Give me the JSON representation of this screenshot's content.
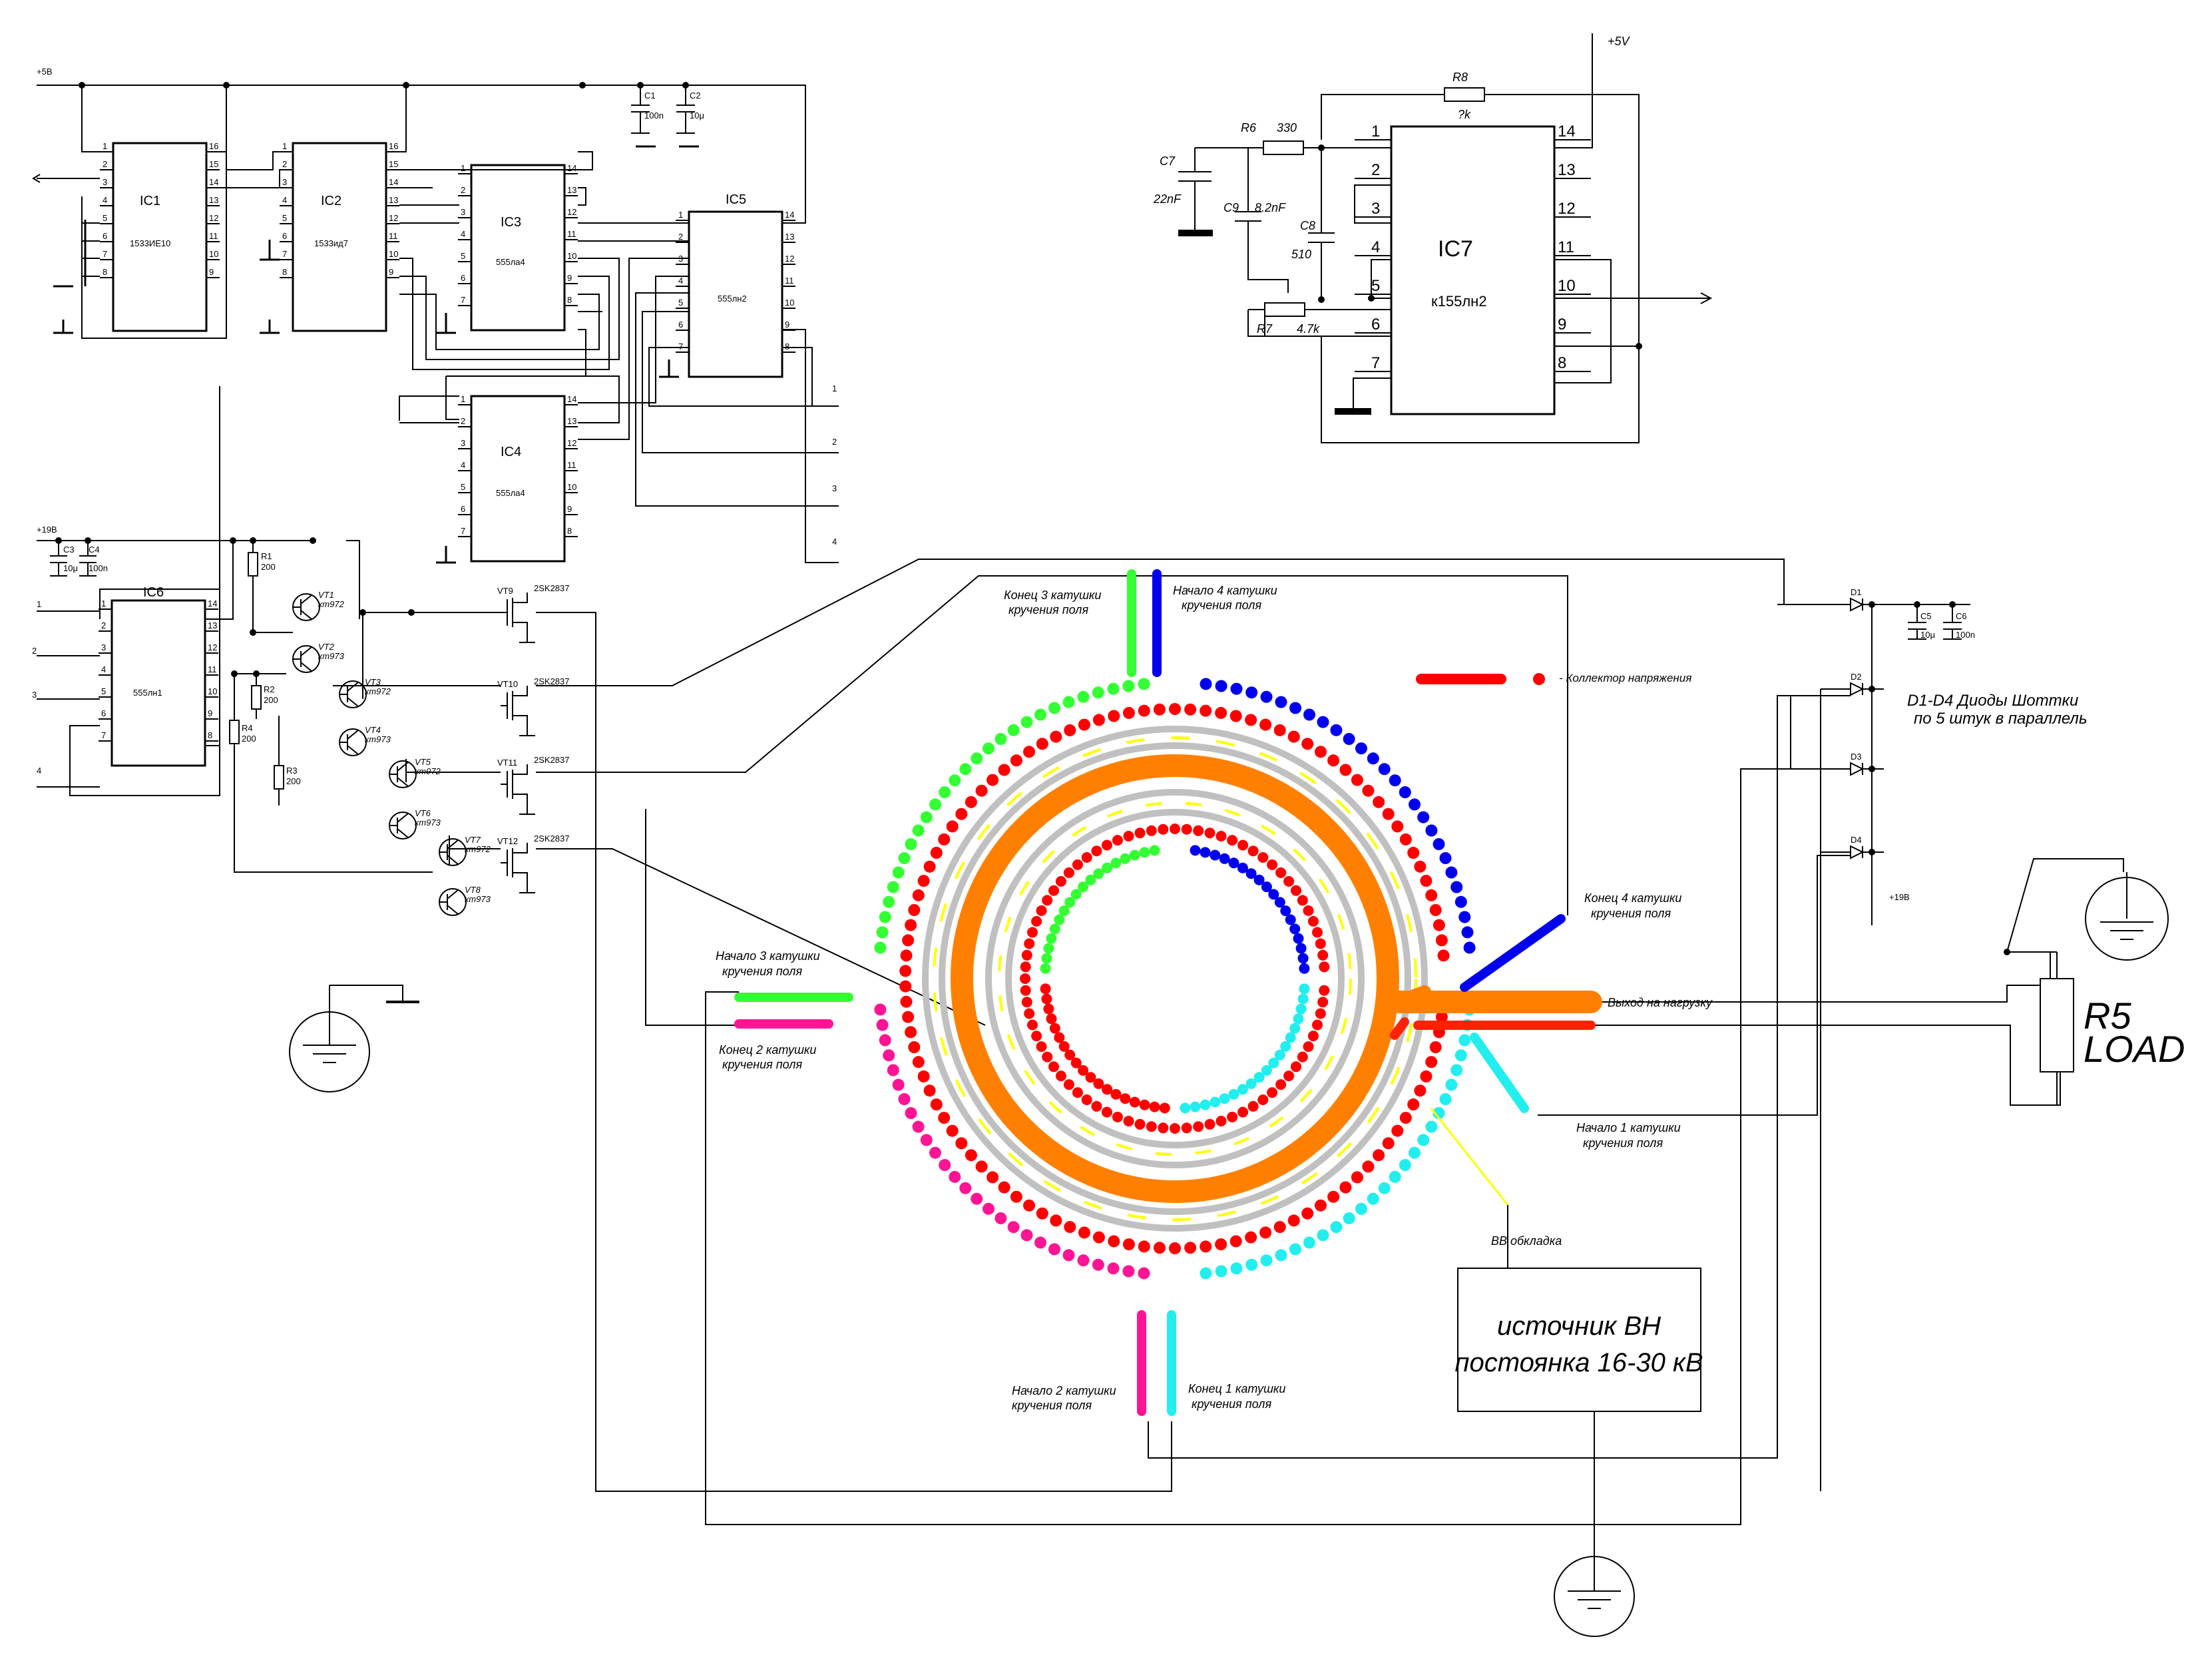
{
  "power": {
    "top_rail": "+5B",
    "mid_rail": "+19B",
    "ic7_supply": "+5V",
    "diode_rail": "+19B"
  },
  "chips": {
    "ic1": {
      "name": "IC1",
      "part": "1533ИЕ10"
    },
    "ic2": {
      "name": "IC2",
      "part": "1533ид7"
    },
    "ic3": {
      "name": "IC3",
      "part": "555ла4"
    },
    "ic4": {
      "name": "IC4",
      "part": "555ла4"
    },
    "ic5": {
      "name": "IC5",
      "part": "555лн2"
    },
    "ic6": {
      "name": "IC6",
      "part": "555лн1"
    },
    "ic7": {
      "name": "IC7",
      "part": "к155лн2"
    }
  },
  "pins16_left": [
    "1",
    "2",
    "3",
    "4",
    "5",
    "6",
    "7",
    "8"
  ],
  "pins16_right": [
    "16",
    "15",
    "14",
    "13",
    "12",
    "11",
    "10",
    "9"
  ],
  "pins14_left": [
    "1",
    "2",
    "3",
    "4",
    "5",
    "6",
    "7"
  ],
  "pins14_right": [
    "14",
    "13",
    "12",
    "11",
    "10",
    "9",
    "8"
  ],
  "caps": {
    "c1": {
      "name": "C1",
      "value": "100n"
    },
    "c2": {
      "name": "C2",
      "value": "10μ"
    },
    "c3": {
      "name": "C3",
      "value": "10μ"
    },
    "c4": {
      "name": "C4",
      "value": "100n"
    },
    "c5": {
      "name": "C5",
      "value": "10μ"
    },
    "c6": {
      "name": "C6",
      "value": "100n"
    },
    "c7": {
      "name": "C7",
      "value": "22nF"
    },
    "c8": {
      "name": "C8",
      "value": "510"
    },
    "c9": {
      "name": "C9",
      "value": "8.2nF"
    }
  },
  "resistors": {
    "r1": {
      "name": "R1",
      "value": "200"
    },
    "r2": {
      "name": "R2",
      "value": "200"
    },
    "r3": {
      "name": "R3",
      "value": "200"
    },
    "r4": {
      "name": "R4",
      "value": "200"
    },
    "r5": {
      "name": "R5",
      "value": "LOAD"
    },
    "r6": {
      "name": "R6",
      "value": "330"
    },
    "r7": {
      "name": "R7",
      "value": "4.7k"
    },
    "r8": {
      "name": "R8",
      "value": "?k"
    }
  },
  "transistors": {
    "vt1": {
      "name": "VT1",
      "part": "кт972"
    },
    "vt2": {
      "name": "VT2",
      "part": "кт973"
    },
    "vt3": {
      "name": "VT3",
      "part": "кт972"
    },
    "vt4": {
      "name": "VT4",
      "part": "кт973"
    },
    "vt5": {
      "name": "VT5",
      "part": "кт972"
    },
    "vt6": {
      "name": "VT6",
      "part": "кт973"
    },
    "vt7": {
      "name": "VT7",
      "part": "кт972"
    },
    "vt8": {
      "name": "VT8",
      "part": "кт973"
    }
  },
  "mosfets": {
    "vt9": {
      "name": "VT9",
      "part": "2SK2837"
    },
    "vt10": {
      "name": "VT10",
      "part": "2SK2837"
    },
    "vt11": {
      "name": "VT11",
      "part": "2SK2837"
    },
    "vt12": {
      "name": "VT12",
      "part": "2SK2837"
    }
  },
  "diodes": [
    "D1",
    "D2",
    "D3",
    "D4"
  ],
  "diodes_note": [
    "D1-D4 Диоды Шоттки",
    "по 5 штук в параллель"
  ],
  "signal_nums": [
    "1",
    "2",
    "3",
    "4"
  ],
  "toroid": {
    "coil3_end": [
      "Конец 3 катушки",
      "кручения поля"
    ],
    "coil4_start": [
      "Начало 4 катушки",
      "кручения поля"
    ],
    "coil3_start": [
      "Начало 3 катушки",
      "кручения поля"
    ],
    "coil2_end": [
      "Конец 2 катушки",
      "кручения поля"
    ],
    "coil4_end": [
      "Конец 4 катушки",
      "кручения поля"
    ],
    "coil1_start": [
      "Начало 1 катушки",
      "кручения поля"
    ],
    "coil2_start": [
      "Начало 2 катушки",
      "кручения поля"
    ],
    "coil1_end": [
      "Конец 1 катушки",
      "кручения поля"
    ],
    "load_output": "Выход на нагрузку",
    "collector_legend": "- Коллектор напряжения",
    "hv_plate": "ВВ обкладка"
  },
  "hv_source": [
    "источник ВН",
    "постоянка 16-30 кВ"
  ],
  "colors": {
    "orange": "#ff8000",
    "gray": "#c0c0c0",
    "yellow": "#ffff00",
    "red": "#ff0000",
    "green": "#33ff33",
    "blue": "#0000ee",
    "cyan": "#22eeee",
    "pink": "#ff1493"
  }
}
